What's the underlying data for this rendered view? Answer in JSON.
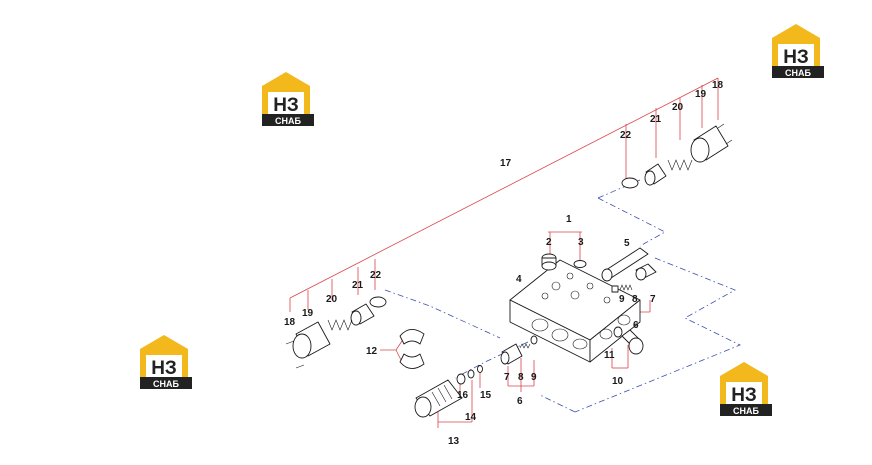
{
  "logo": {
    "big": "НЗ",
    "word": "СНАБ",
    "gold": "#f2b81c",
    "dark": "#222222"
  },
  "colors": {
    "leader": "#d9454a",
    "flow": "#3c4fae",
    "ink": "#1a1a1a"
  },
  "callouts": {
    "c1": "1",
    "c2": "2",
    "c3": "3",
    "c4": "4",
    "c5": "5",
    "c6a": "6",
    "c6b": "6",
    "c7a": "7",
    "c7b": "7",
    "c8a": "8",
    "c8b": "8",
    "c9a": "9",
    "c9b": "9",
    "c10": "10",
    "c11": "11",
    "c12": "12",
    "c13": "13",
    "c14": "14",
    "c15": "15",
    "c16": "16",
    "c17": "17",
    "c18a": "18",
    "c18b": "18",
    "c19a": "19",
    "c19b": "19",
    "c20a": "20",
    "c20b": "20",
    "c21a": "21",
    "c21b": "21",
    "c22a": "22",
    "c22b": "22"
  }
}
